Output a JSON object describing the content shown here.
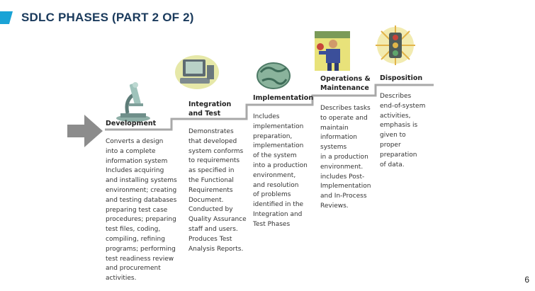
{
  "header": {
    "title": "SDLC PHASES (PART 2 OF 2)"
  },
  "page_number": "6",
  "phases": [
    {
      "title": "Development",
      "icon": "microscope-icon",
      "description": "Converts a design\ninto a complete\ninformation system\nIncludes acquiring\nand installing systems\nenvironment; creating\nand testing databases\npreparing test case\nprocedures; preparing\ntest files, coding,\ncompiling, refining\nprograms; performing\ntest readiness review\nand procurement\nactivities."
    },
    {
      "title": "Integration\nand Test",
      "icon": "computer-icon",
      "description": "Demonstrates\nthat developed\nsystem conforms\nto requirements\nas specified in\nthe Functional\nRequirements\nDocument.\nConducted by\nQuality Assurance\nstaff and users.\nProduces Test\nAnalysis Reports."
    },
    {
      "title": "Implementation",
      "icon": "globe-icon",
      "description": "Includes\nimplementation\npreparation,\nimplementation\nof the system\ninto a production\nenvironment,\nand resolution\nof problems\nidentified in the\nIntegration and\nTest Phases"
    },
    {
      "title": "Operations &\nMaintenance",
      "icon": "worker-icon",
      "description": "Describes tasks\nto operate and\nmaintain\ninformation\nsystems\nin a production\nenvironment.\nincludes Post-\nImplementation\nand In-Process\nReviews."
    },
    {
      "title": "Disposition",
      "icon": "traffic-light-icon",
      "description": "Describes\nend-of-system\nactivities,\nemphasis is\ngiven to\nproper\npreparation\nof data."
    }
  ],
  "colors": {
    "accent": "#1aa3d6",
    "title": "#1a3a5c",
    "staircase": "#a0a0a0",
    "arrow": "#8c8c8c"
  }
}
